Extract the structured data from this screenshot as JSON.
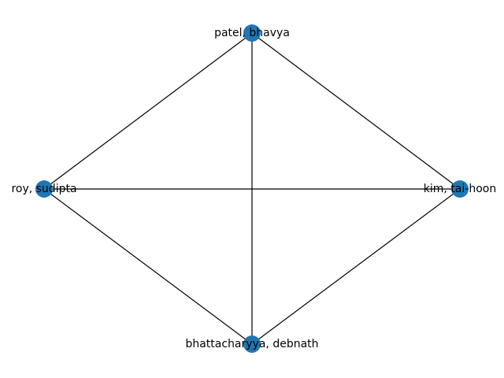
{
  "graph": {
    "node_color": "#1f77b4",
    "edge_color": "#000000",
    "nodes": [
      {
        "id": "patel",
        "label": "patel, bhavya"
      },
      {
        "id": "roy",
        "label": "roy, sudipta"
      },
      {
        "id": "kim",
        "label": "kim, tai-hoon"
      },
      {
        "id": "bhattacharyya",
        "label": "bhattacharyya, debnath"
      }
    ],
    "edges": [
      [
        "patel",
        "roy"
      ],
      [
        "patel",
        "kim"
      ],
      [
        "patel",
        "bhattacharyya"
      ],
      [
        "roy",
        "kim"
      ],
      [
        "roy",
        "bhattacharyya"
      ],
      [
        "kim",
        "bhattacharyya"
      ]
    ]
  }
}
